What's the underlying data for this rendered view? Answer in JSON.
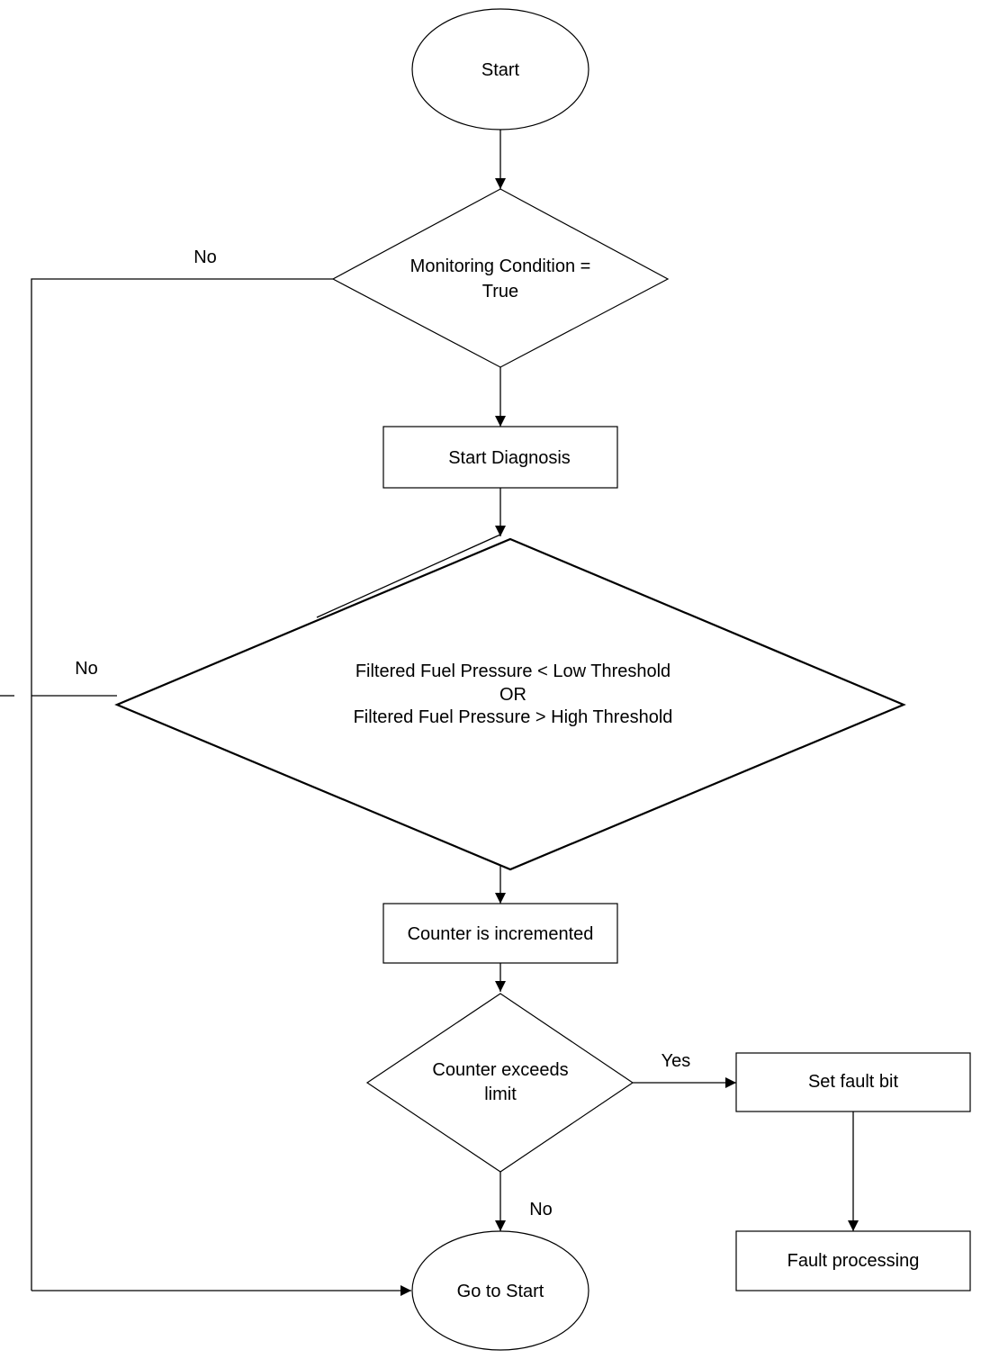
{
  "nodes": {
    "start": "Start",
    "monitoring_line1": "Monitoring Condition =",
    "monitoring_line2": "True",
    "start_diagnosis": "Start Diagnosis",
    "pressure_line1": "Filtered Fuel Pressure < Low Threshold",
    "pressure_line2": "OR",
    "pressure_line3": "Filtered Fuel Pressure > High Threshold",
    "counter_inc": "Counter is incremented",
    "counter_exceeds_line1": "Counter exceeds",
    "counter_exceeds_line2": "limit",
    "set_fault": "Set fault bit",
    "fault_processing": "Fault processing",
    "goto_start": "Go to Start"
  },
  "edges": {
    "no_monitoring": "No",
    "no_pressure": "No",
    "yes_counter": "Yes",
    "no_counter": "No"
  },
  "colors": {
    "stroke": "#000000",
    "background": "#ffffff"
  }
}
